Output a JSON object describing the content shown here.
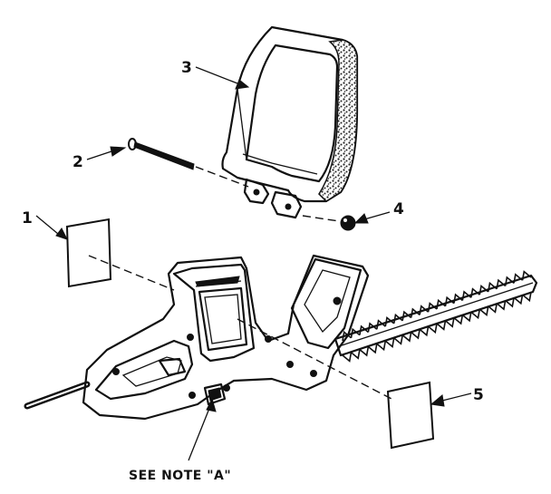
{
  "diagram": {
    "callouts": [
      {
        "id": "1",
        "label": "1"
      },
      {
        "id": "2",
        "label": "2"
      },
      {
        "id": "3",
        "label": "3"
      },
      {
        "id": "4",
        "label": "4"
      },
      {
        "id": "5",
        "label": "5"
      }
    ],
    "note_label": "SEE NOTE \"A\""
  },
  "colors": {
    "ink": "#111111",
    "paper": "#ffffff",
    "texture": "#333333"
  }
}
